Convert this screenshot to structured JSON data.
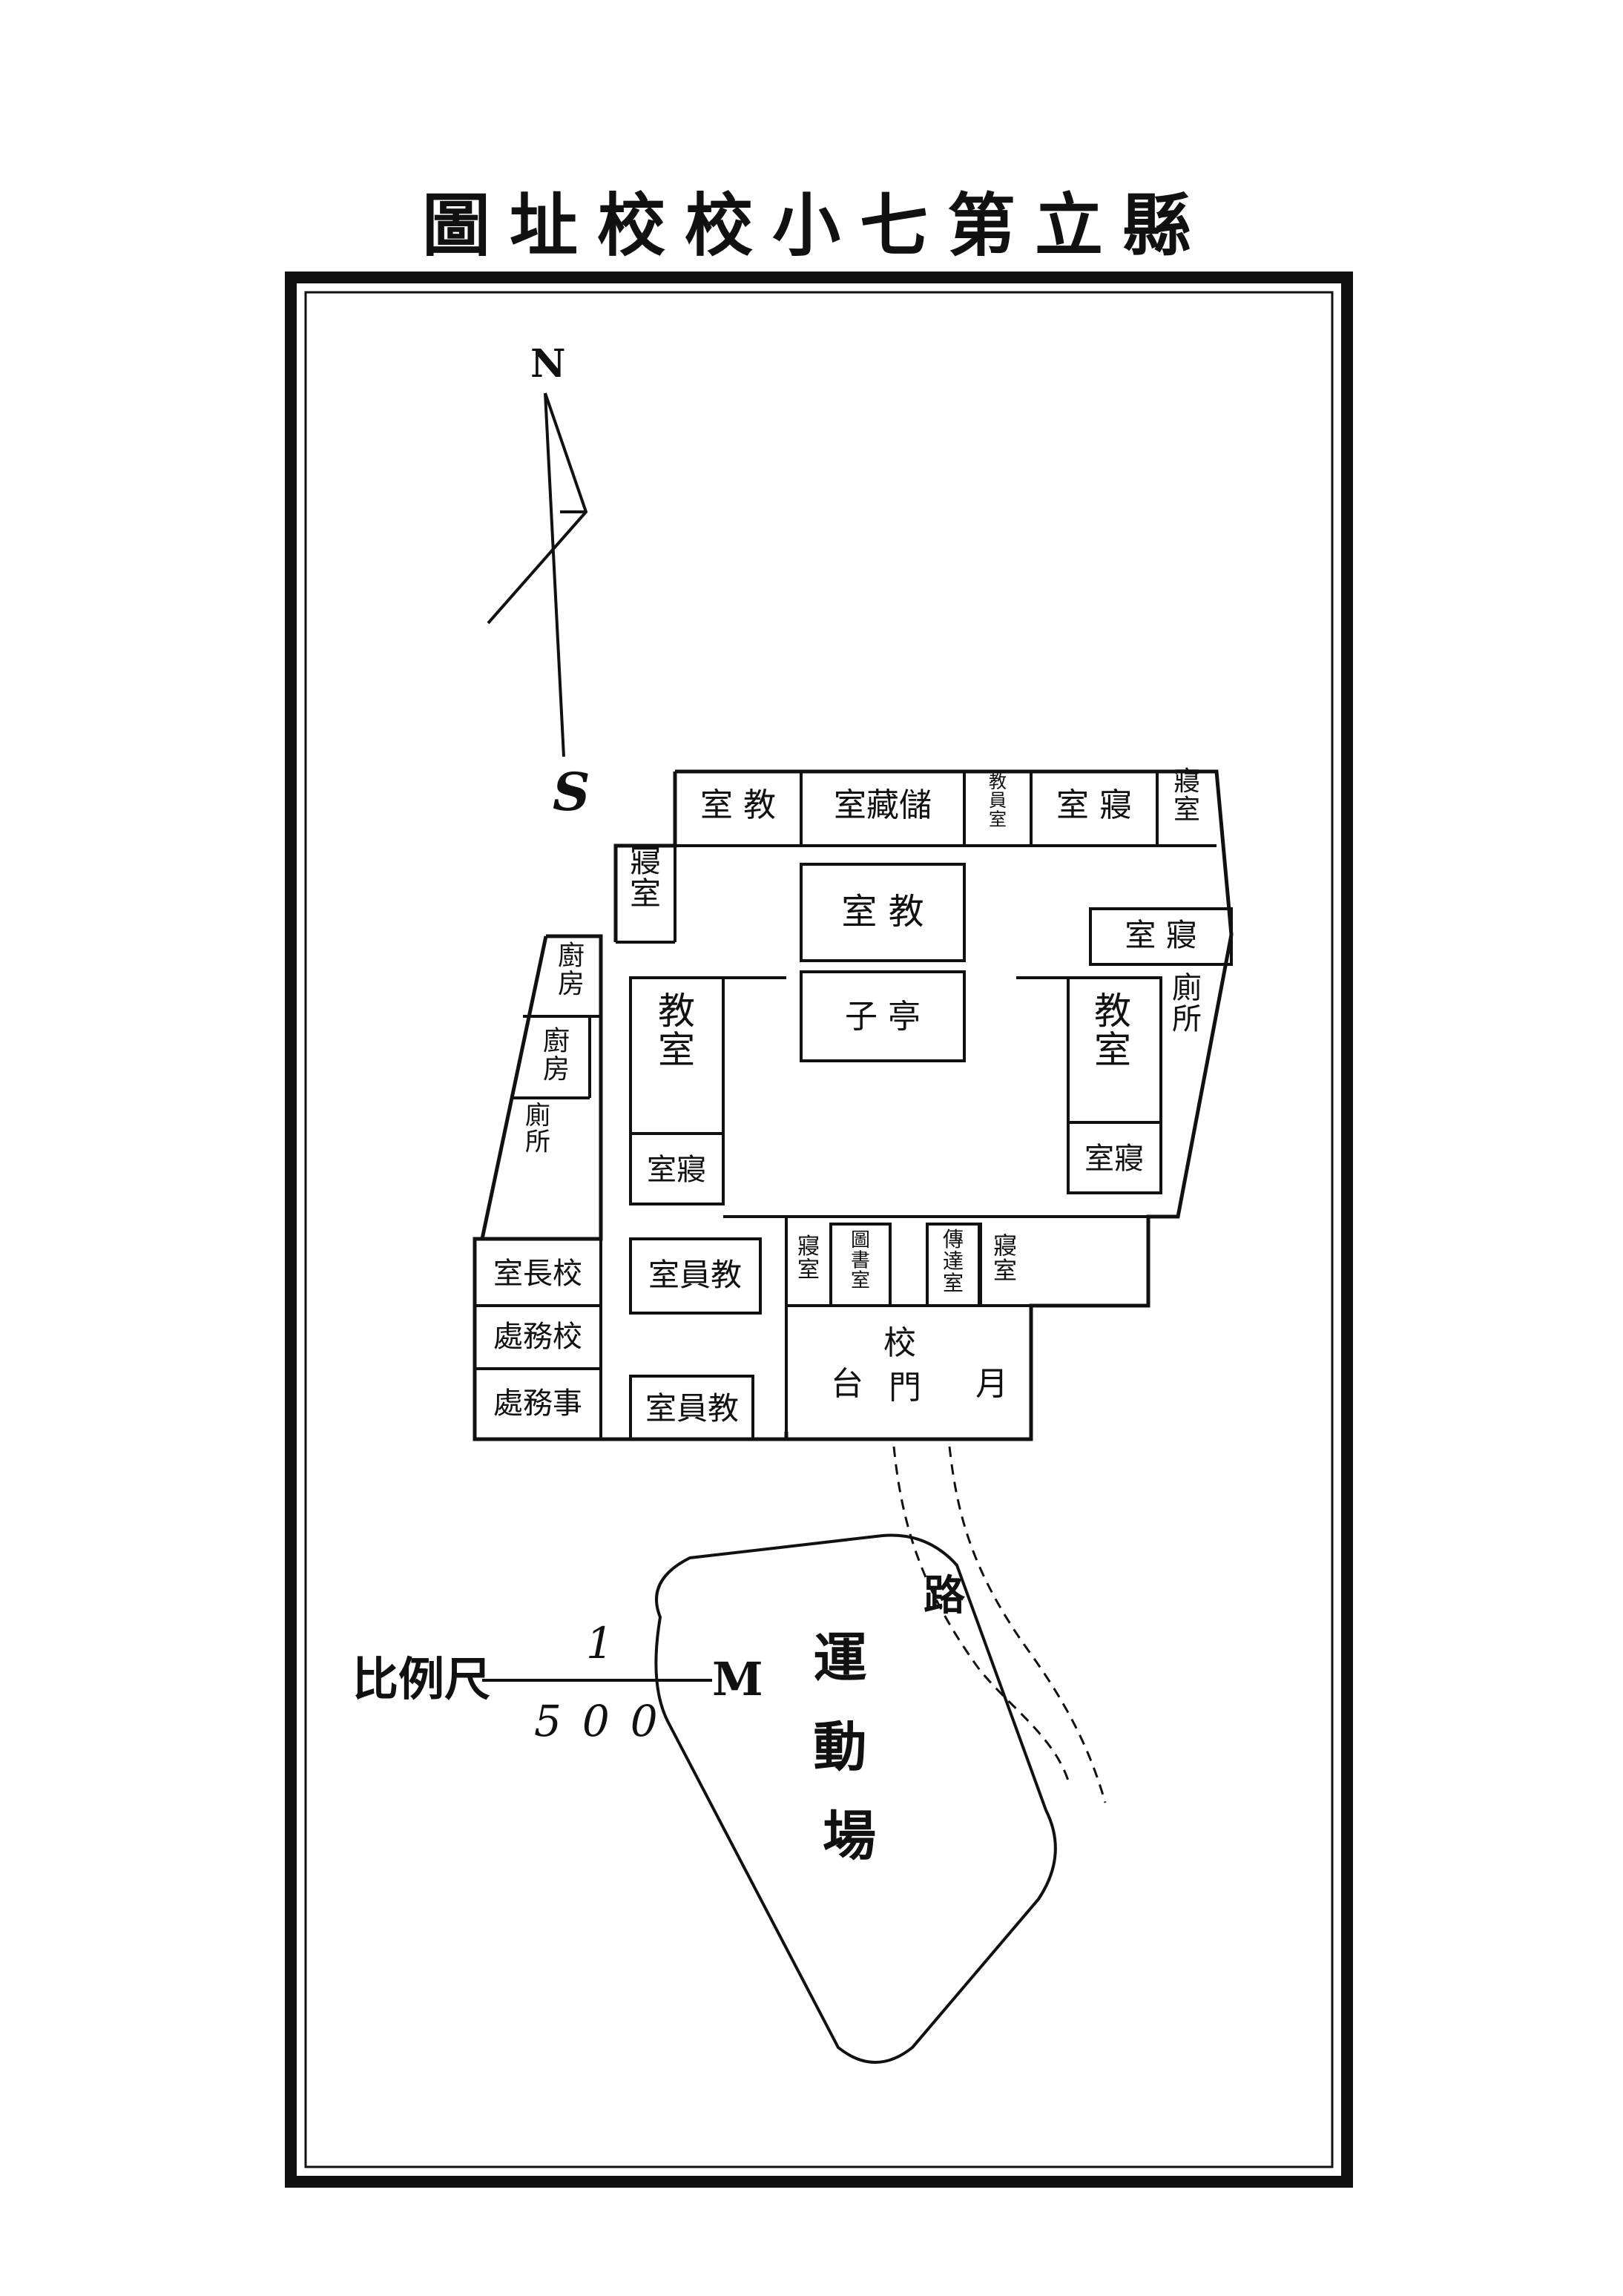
{
  "title": "縣立第七小校校址圖",
  "compass": {
    "north": "N",
    "south": "S"
  },
  "scale": {
    "label": "比例尺",
    "numerator": "1",
    "denominator": "500",
    "unit": "M"
  },
  "rooms": [
    {
      "id": "top-classroom",
      "label": "室 教",
      "vertical": false
    },
    {
      "id": "storage",
      "label": "室藏儲",
      "vertical": false
    },
    {
      "id": "staff-small",
      "label": "教員室",
      "vertical": true
    },
    {
      "id": "top-dorm",
      "label": "室 寢",
      "vertical": false
    },
    {
      "id": "top-right-dorm",
      "label": "寢室",
      "vertical": true
    },
    {
      "id": "left-dorm",
      "label": "寢室",
      "vertical": true
    },
    {
      "id": "center-classroom",
      "label": "室 教",
      "vertical": false
    },
    {
      "id": "pavilion",
      "label": "子 亭",
      "vertical": false
    },
    {
      "id": "right-dorm",
      "label": "室 寢",
      "vertical": false
    },
    {
      "id": "kitchen-1",
      "label": "廚房",
      "vertical": true
    },
    {
      "id": "kitchen-2",
      "label": "廚房",
      "vertical": true
    },
    {
      "id": "toilet-left",
      "label": "廁所",
      "vertical": true
    },
    {
      "id": "left-classroom",
      "label": "教室",
      "vertical": true
    },
    {
      "id": "left-small-dorm",
      "label": "室寢",
      "vertical": false
    },
    {
      "id": "right-classroom",
      "label": "教室",
      "vertical": true
    },
    {
      "id": "right-small-dorm",
      "label": "室寢",
      "vertical": false
    },
    {
      "id": "toilet-right",
      "label": "廁所",
      "vertical": true
    },
    {
      "id": "principal",
      "label": "室長校",
      "vertical": false
    },
    {
      "id": "school-affairs",
      "label": "處務校",
      "vertical": false
    },
    {
      "id": "office-affairs",
      "label": "處務事",
      "vertical": false
    },
    {
      "id": "staff-room-1",
      "label": "室員教",
      "vertical": false
    },
    {
      "id": "staff-room-2",
      "label": "室員教",
      "vertical": false
    },
    {
      "id": "gate-dorm-left",
      "label": "寢室",
      "vertical": true
    },
    {
      "id": "library",
      "label": "圖書室",
      "vertical": true
    },
    {
      "id": "messenger",
      "label": "傳達室",
      "vertical": true
    },
    {
      "id": "gate-dorm-right",
      "label": "寢室",
      "vertical": true
    }
  ],
  "gate": {
    "center": "校門",
    "left": "台",
    "right": "月"
  },
  "road": "路",
  "field": "運動場",
  "colors": {
    "ink": "#111111",
    "paper": "#ffffff"
  }
}
